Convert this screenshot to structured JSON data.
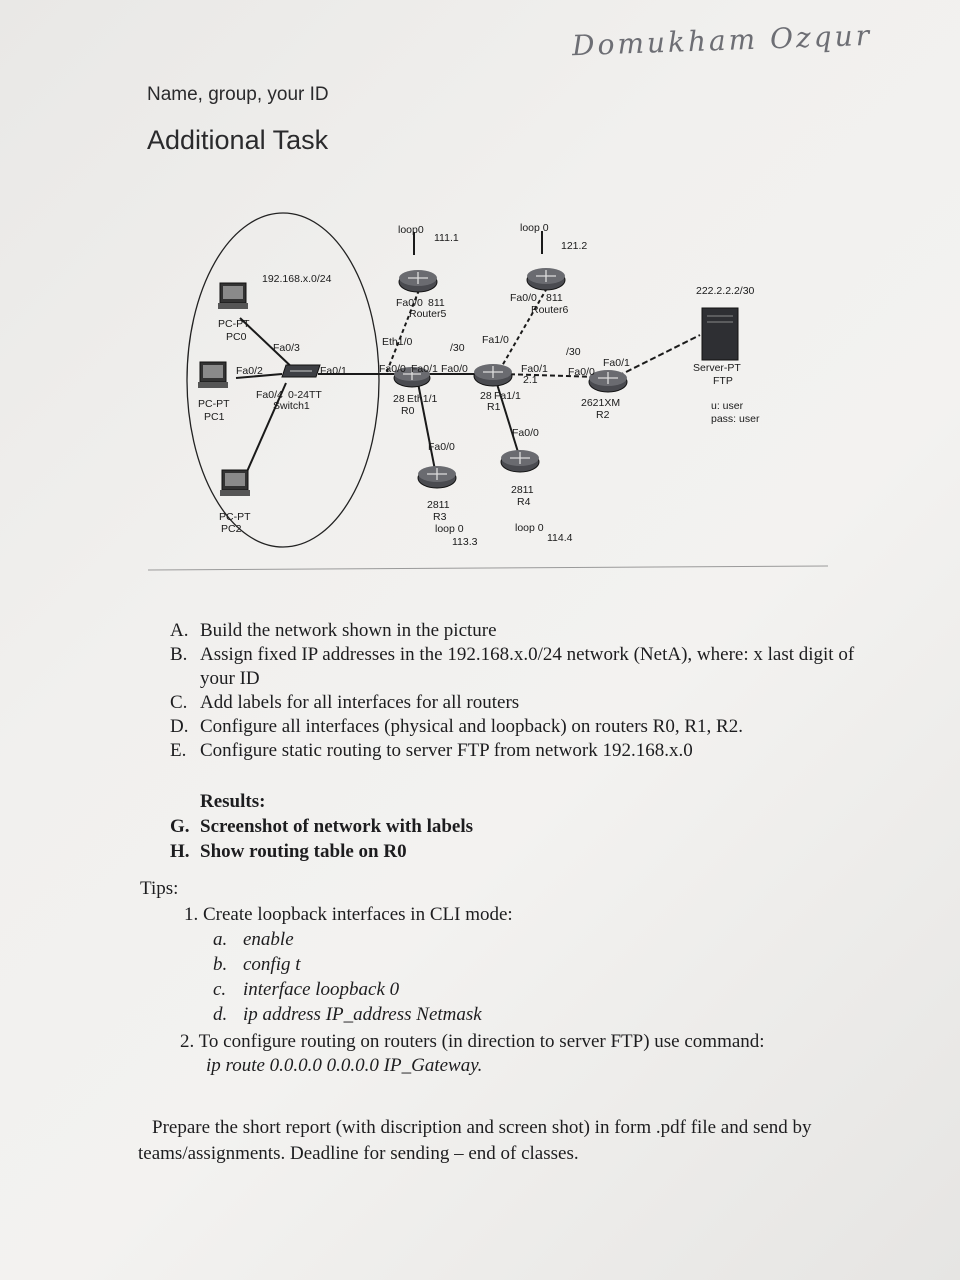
{
  "handwritten_name": "Domukham Ozqur",
  "header": {
    "name_line": "Name, group, your ID",
    "title": "Additional Task"
  },
  "diagram": {
    "net_label": "192.168.x.0/24",
    "pc0": [
      "PC-PT",
      "PC0"
    ],
    "pc1": [
      "PC-PT",
      "PC1"
    ],
    "pc2": [
      "PC-PT",
      "PC2"
    ],
    "switch": [
      "Fa0/4",
      "0-24TT",
      "Switch1"
    ],
    "sw_ports": {
      "fa03": "Fa0/3",
      "fa02": "Fa0/2",
      "fa01": "Fa0/1"
    },
    "router5": {
      "loop": "loop0",
      "ip": "111.1",
      "port": "Fa0/0",
      "model": "811",
      "name": "Router5"
    },
    "router6": {
      "loop": "loop 0",
      "ip": "121.2",
      "port": "Fa0/0",
      "model": "811",
      "name": "Router6"
    },
    "r0": {
      "eth10": "Eth1/0",
      "slash30": "/30",
      "fa00": "Fa0/0",
      "fa01": "Fa0/1",
      "model": "28",
      "eth11": "Eth1/1",
      "name": "R0"
    },
    "r1": {
      "fa10": "Fa1/0",
      "fa00": "Fa0/0",
      "fa01": "Fa0/1",
      "ip21": "2.1",
      "model": "28",
      "fa11": "Fa1/1",
      "name": "R1"
    },
    "r2": {
      "slash30": "/30",
      "fa00": "Fa0/0",
      "fa01": "Fa0/1",
      "model": "2621XM",
      "name": "R2"
    },
    "r3": {
      "fa00": "Fa0/0",
      "model": "2811",
      "name": "R3",
      "loop": "loop 0",
      "ip": "113.3"
    },
    "r4": {
      "fa00": "Fa0/0",
      "model": "2811",
      "name": "R4",
      "loop": "loop 0",
      "ip": "114.4"
    },
    "server": {
      "net": "222.2.2.2/30",
      "model": "Server-PT",
      "name": "FTP",
      "user": "u: user",
      "pass": "pass: user"
    }
  },
  "tasks": [
    {
      "letter": "A.",
      "text": "Build the network shown in the picture"
    },
    {
      "letter": "B.",
      "text": "Assign fixed IP addresses  in the 192.168.x.0/24 network (NetA), where: x last digit of"
    },
    {
      "letter": "",
      "text": "your ID"
    },
    {
      "letter": "C.",
      "text": "Add labels for all interfaces for all routers"
    },
    {
      "letter": "D.",
      "text": "Configure all interfaces (physical and loopback) on routers R0, R1, R2."
    },
    {
      "letter": "E.",
      "text": "Configure static routing to server FTP  from network 192.168.x.0"
    }
  ],
  "results": {
    "title": "Results:",
    "items": [
      {
        "letter": "G.",
        "text": "Screenshot of network with labels"
      },
      {
        "letter": "H.",
        "text": "Show routing table on R0"
      }
    ]
  },
  "tips": {
    "title": "Tips:",
    "step1": "1.  Create loopback interfaces in CLI mode:",
    "sub": [
      {
        "letter": "a.",
        "text": "enable"
      },
      {
        "letter": "b.",
        "text": "config t"
      },
      {
        "letter": "c.",
        "text": "interface loopback 0"
      },
      {
        "letter": "d.",
        "text": "ip address IP_address Netmask"
      }
    ],
    "step2": "2. To configure routing on routers (in direction to server FTP) use command:",
    "command": "ip route 0.0.0.0 0.0.0.0 IP_Gateway."
  },
  "footer": {
    "line1": "Prepare the short report (with discription and screen shot) in form .pdf file  and send by",
    "line2": "teams/assignments. Deadline for sending – end of classes."
  }
}
